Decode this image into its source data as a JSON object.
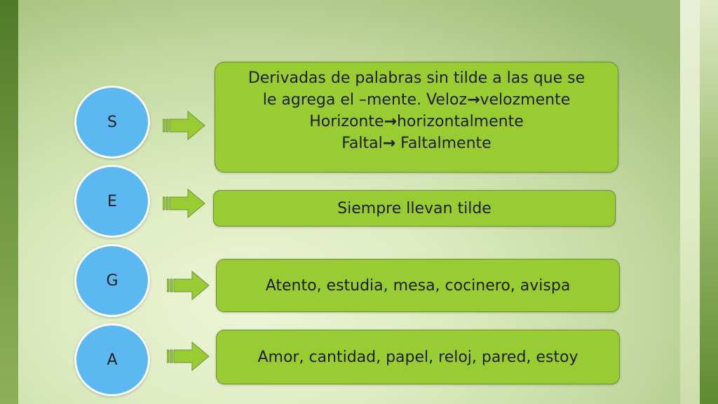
{
  "circles": {
    "s": "S",
    "e": "E",
    "g": "G",
    "a": "A"
  },
  "boxes": {
    "s": {
      "line1": "Derivadas de palabras sin tilde a las que se",
      "line2_pre": "le agrega el –mente. Veloz",
      "arrow": "→",
      "line2_post": "velozmente",
      "line3_pre": "Horizonte",
      "line3_post": "horizontalmente",
      "line4_pre": "Faltal",
      "line4_post": " Faltalmente"
    },
    "e": "Siempre llevan tilde",
    "g": "Atento, estudia, mesa, cocinero, avispa",
    "a": "Amor, cantidad, papel, reloj, pared, estoy"
  },
  "colors": {
    "circle_fill": "#5bb8f0",
    "box_fill": "#99cc33",
    "arrow_fill": "#99cc33"
  }
}
